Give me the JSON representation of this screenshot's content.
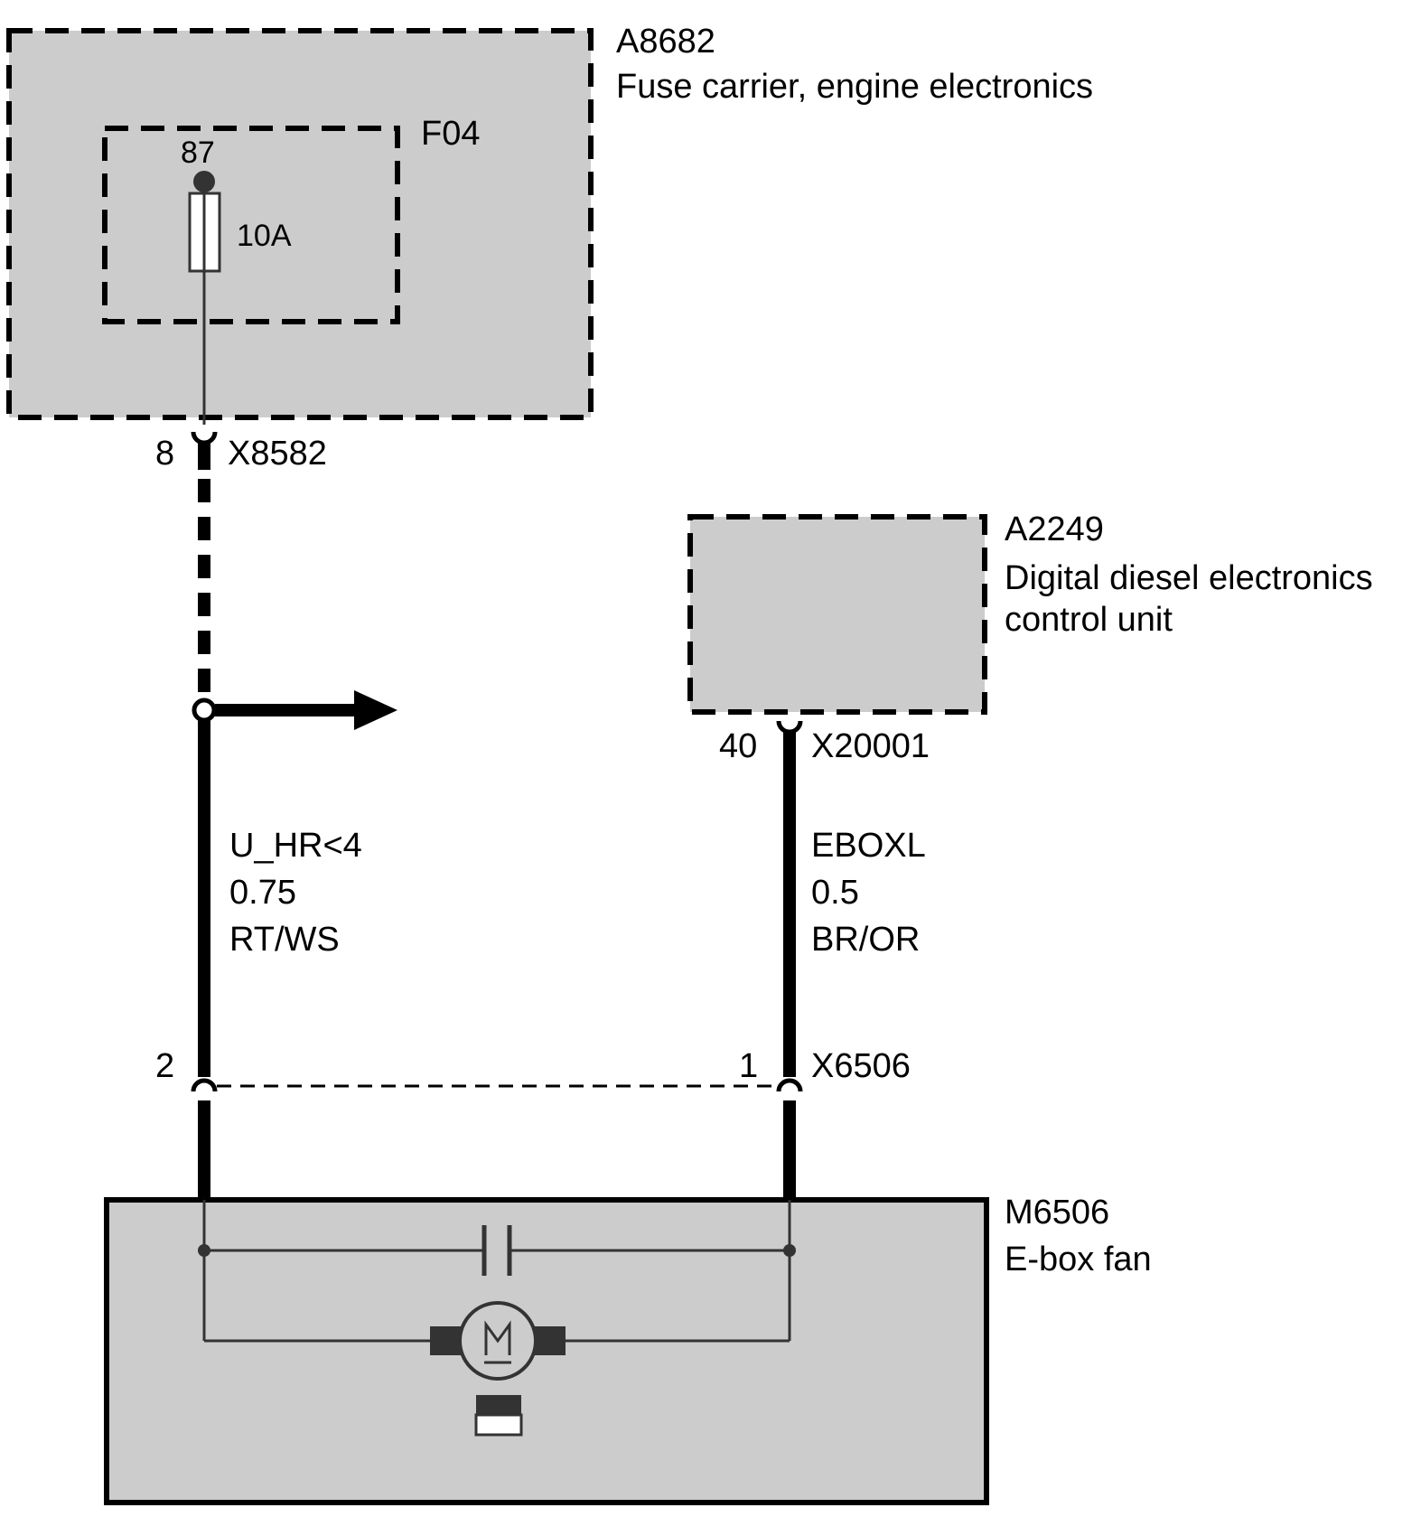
{
  "components": {
    "fuse_carrier": {
      "id": "A8682",
      "name": "Fuse carrier, engine electronics"
    },
    "fuse": {
      "id": "F04",
      "pin": "87",
      "rating": "10A"
    },
    "control_unit": {
      "id": "A2249",
      "name_line1": "Digital diesel electronics",
      "name_line2": "control unit"
    },
    "fan": {
      "id": "M6506",
      "name": "E-box fan"
    }
  },
  "connectors": {
    "x8582": {
      "id": "X8582",
      "pin": "8"
    },
    "x20001": {
      "id": "X20001",
      "pin": "40"
    },
    "x6506": {
      "id": "X6506",
      "pin_left": "2",
      "pin_right": "1"
    }
  },
  "wires": {
    "left": {
      "signal": "U_HR<4",
      "size": "0.75",
      "color": "RT/WS"
    },
    "right": {
      "signal": "EBOXL",
      "size": "0.5",
      "color": "BR/OR"
    }
  },
  "colors": {
    "component_fill": "#cccccc",
    "wire": "#000000"
  }
}
